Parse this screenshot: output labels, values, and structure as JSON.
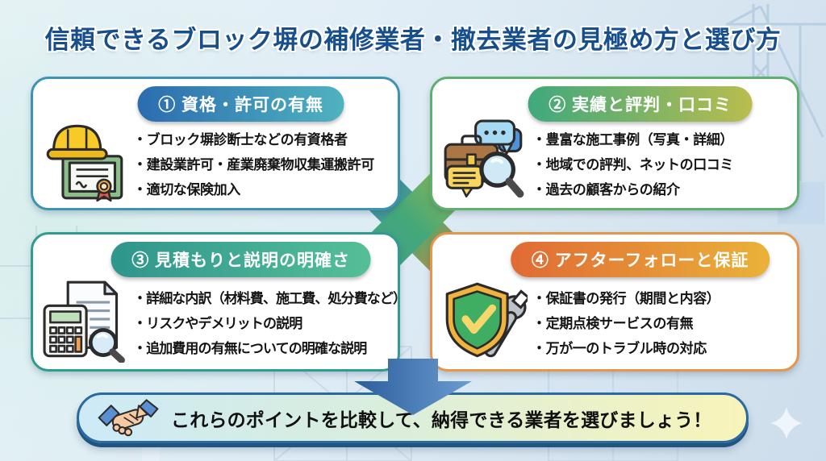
{
  "title": "信頼できるブロック塀の補修業者・撤去業者の見極め方と選び方",
  "cards": [
    {
      "label": "① 資格・許可の有無",
      "icon": "helmet-certificate-icon",
      "items": [
        "・ブロック塀診断士などの有資格者",
        "・建設業許可・産業廃棄物収集運搬許可",
        "・適切な保険加入"
      ]
    },
    {
      "label": "② 実績と評判・口コミ",
      "icon": "briefcase-search-icon",
      "items": [
        "・豊富な施工事例（写真・詳細）",
        "・地域での評判、ネットの口コミ",
        "・過去の顧客からの紹介"
      ]
    },
    {
      "label": "③ 見積もりと説明の明確さ",
      "icon": "calculator-document-icon",
      "items": [
        "・詳細な内訳（材料費、施工費、処分費など）",
        "・リスクやデメリットの説明",
        "・追加費用の有無についての明確な説明"
      ]
    },
    {
      "label": "④ アフターフォローと保証",
      "icon": "shield-wrench-icon",
      "items": [
        "・保証書の発行（期間と内容）",
        "・定期点検サービスの有無",
        "・万が一のトラブル時の対応"
      ]
    }
  ],
  "banner": {
    "icon": "handshake-icon",
    "text": "これらのポイントを比較して、納得できる業者を選びましょう！"
  },
  "colors": {
    "title_text": "#174e8c",
    "pill1_gradient": [
      "#2b6cb0",
      "#4fb3bf"
    ],
    "pill2_gradient": [
      "#3fa97c",
      "#b9bd4e"
    ],
    "pill3_gradient": [
      "#2f958d",
      "#55bf97"
    ],
    "pill4_gradient": [
      "#e06a35",
      "#eab238"
    ],
    "card1_border": "#3e92b2",
    "card2_border": "#5fb06e",
    "card3_border": "#2e9c8e",
    "card4_border": "#e6954a",
    "arrow_blue": "#2c5e9d",
    "banner_border": "#2a6aa0",
    "banner_gradient": [
      "#cdeaf6",
      "#daeedd",
      "#f8f4ba"
    ]
  }
}
